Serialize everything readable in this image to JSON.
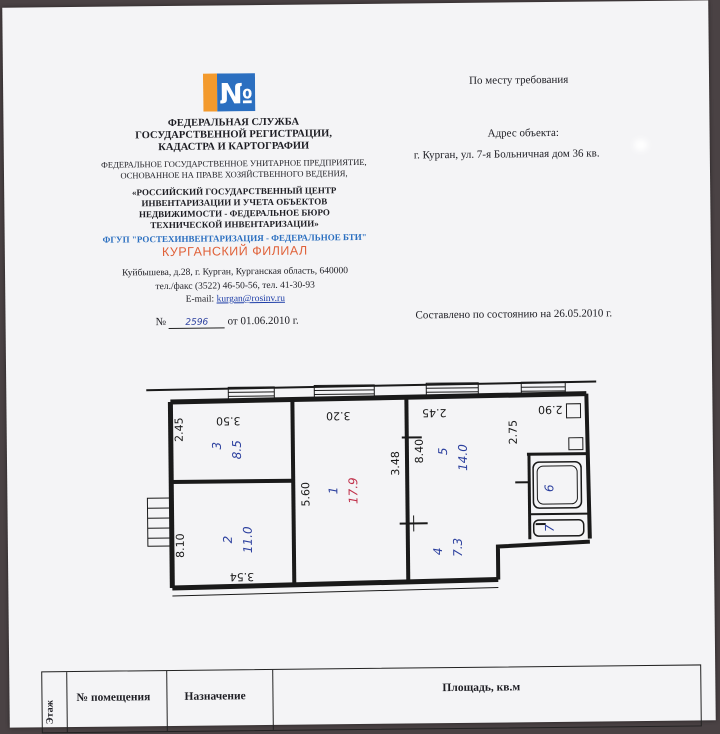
{
  "header": {
    "org_lines": [
      "ФЕДЕРАЛЬНАЯ СЛУЖБА",
      "ГОСУДАРСТВЕННОЙ РЕГИСТРАЦИИ,",
      "КАДАСТРА И КАРТОГРАФИИ"
    ],
    "enterprise_lines": [
      "ФЕДЕРАЛЬНОЕ ГОСУДАРСТВЕННОЕ УНИТАРНОЕ ПРЕДПРИЯТИЕ,",
      "ОСНОВАННОЕ НА ПРАВЕ ХОЗЯЙСТВЕННОГО ВЕДЕНИЯ,"
    ],
    "center_lines": [
      "«РОССИЙСКИЙ ГОСУДАРСТВЕННЫЙ ЦЕНТР",
      "ИНВЕНТАРИЗАЦИИ И УЧЕТА ОБЪЕКТОВ",
      "НЕДВИЖИМОСТИ - ФЕДЕРАЛЬНОЕ БЮРО",
      "ТЕХНИЧЕСКОЙ ИНВЕНТАРИЗАЦИИ»"
    ],
    "fgup": "ФГУП \"РОСТЕХИНВЕНТАРИЗАЦИЯ - ФЕДЕРАЛЬНОЕ БТИ\"",
    "branch": "КУРГАНСКИЙ ФИЛИАЛ",
    "address": "Куйбышева, д.28, г. Курган, Курганская область, 640000",
    "phones": "тел./факс (3522) 46-50-56, тел. 41-30-93",
    "email_label": "E-mail:",
    "email": "kurgan@rosinv.ru",
    "number_label": "№",
    "number_value": "2596",
    "date_text": "от 01.06.2010 г.",
    "logo_mark": "№"
  },
  "right": {
    "place": "По месту требования",
    "address_label": "Адрес объекта:",
    "address_value": "г. Курган,  ул.  7-я Больничная дом  36  кв.",
    "state_text": "Составлено по состоянию на 26.05.2010 г."
  },
  "plan": {
    "dims": [
      "3.50",
      "3.20",
      "2.45",
      "2.90",
      "2.45",
      "5.60",
      "3.48",
      "8.40",
      "2.75",
      "8.10",
      "3.54"
    ],
    "rooms": [
      {
        "id": "3",
        "area": "8.5"
      },
      {
        "id": "1",
        "area": "17.9"
      },
      {
        "id": "5",
        "area": "14.0"
      },
      {
        "id": "2",
        "area": "11.0"
      },
      {
        "id": "4",
        "area": "7.3"
      },
      {
        "id": "6",
        "area": ""
      },
      {
        "id": "7",
        "area": ""
      }
    ]
  },
  "table": {
    "col_floor": "Этаж",
    "col_room": "№ помещения",
    "col_purpose": "Назначение",
    "col_area": "Площадь, кв.м"
  },
  "colors": {
    "blue": "#2b6fc0",
    "orange": "#e0623a",
    "ink": "#1e1e24",
    "hand": "#2b3f9e"
  }
}
